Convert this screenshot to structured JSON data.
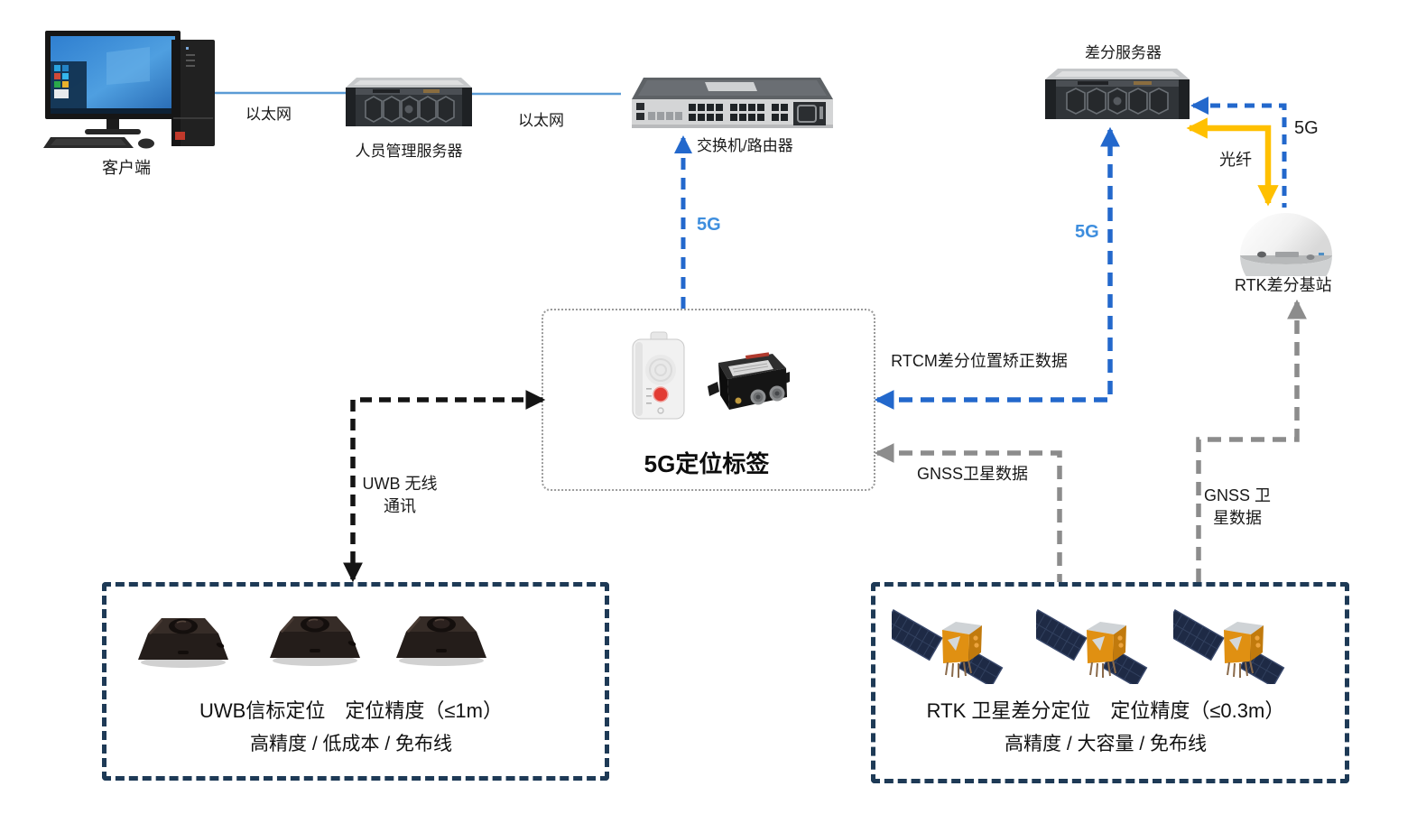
{
  "nodes": {
    "client": {
      "label": "客户端",
      "icon": "desktop-pc-icon"
    },
    "mgmt_server": {
      "label": "人员管理服务器",
      "icon": "rack-server-icon"
    },
    "network_switch": {
      "label": "交换机/路由器",
      "icon": "network-switch-icon"
    },
    "diff_server": {
      "label": "差分服务器",
      "icon": "rack-server-icon"
    },
    "rtk_base": {
      "label": "RTK差分基站",
      "icon": "antenna-dome-icon"
    },
    "tag_box": {
      "title": "5G定位标签",
      "icons": [
        "5g-tag-white-icon",
        "rtk-module-black-icon"
      ]
    },
    "uwb_box": {
      "line1": "UWB信标定位　定位精度（≤1m）",
      "line2": "高精度 / 低成本 / 免布线",
      "icon": "uwb-beacon-icon",
      "icon_count": 3
    },
    "rtk_box": {
      "line1": "RTK 卫星差分定位　定位精度（≤0.3m）",
      "line2": "高精度 / 大容量 / 免布线",
      "icon": "satellite-icon",
      "icon_count": 3
    }
  },
  "edges": {
    "eth_client_server": {
      "label": "以太网",
      "style": "solid-blue-line"
    },
    "eth_server_switch": {
      "label": "以太网",
      "style": "solid-blue-line"
    },
    "g5_switch_tag": {
      "label": "5G",
      "style": "dashed-blue-arrow"
    },
    "g5_tag_diffserver": {
      "label": "5G",
      "style": "dashed-blue-arrow"
    },
    "g5_base_diffserver": {
      "label": "5G",
      "style": "dashed-blue-arrow"
    },
    "fiber_base_diffserver": {
      "label": "光纤",
      "style": "solid-yellow-arrow"
    },
    "uwb_link": {
      "label": "UWB 无线通讯",
      "style": "dashed-black-arrow"
    },
    "rtcm_link": {
      "label": "RTCM差分位置矫正数据",
      "style": "dashed-blue-arrow"
    },
    "gnss_to_tag": {
      "label": "GNSS卫星数据",
      "style": "dashed-gray-arrow"
    },
    "gnss_to_base": {
      "label": "GNSS 卫星数据",
      "style": "dashed-gray-arrow"
    }
  },
  "colors": {
    "blue_line": "#2368cc",
    "blue_label": "#3e8ede",
    "ethernet_line": "#5b9bd5",
    "yellow_line": "#ffc000",
    "gray_line": "#8c8c8c",
    "black_line": "#1a1a1a",
    "navy_box_border": "#1e3a56",
    "tag_box_border": "#9a9a9a",
    "text": "#1a1a1a"
  }
}
